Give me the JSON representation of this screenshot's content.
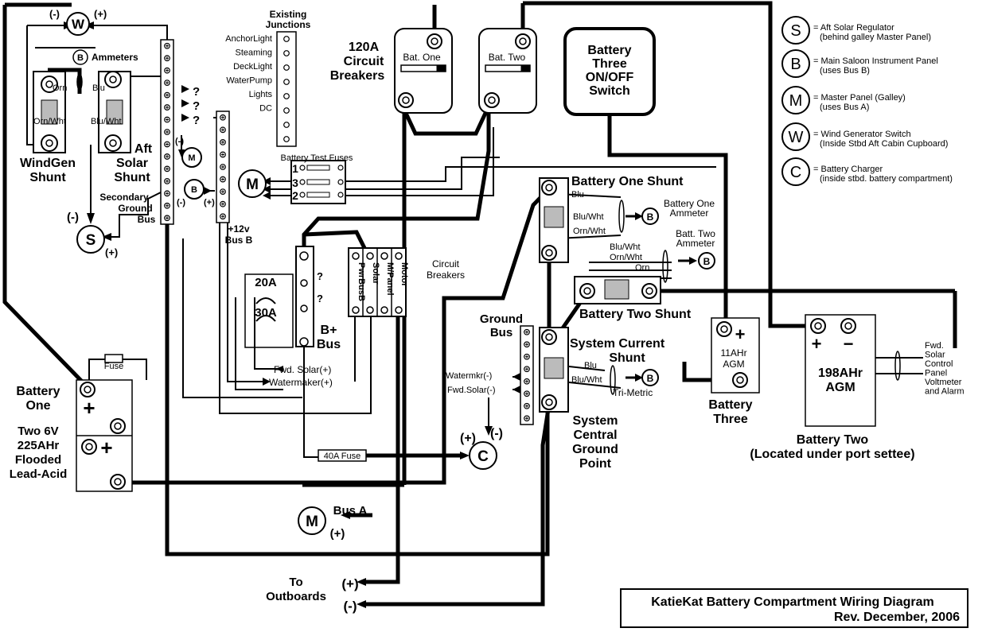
{
  "title": {
    "line1": "KatieKat Battery Compartment Wiring Diagram",
    "line2": "Rev. December, 2006"
  },
  "legend": [
    {
      "letter": "S",
      "line1": "= Aft Solar Regulator",
      "line2": "(behind galley Master Panel)"
    },
    {
      "letter": "B",
      "line1": "= Main Saloon Instrument Panel",
      "line2": "(uses Bus B)"
    },
    {
      "letter": "M",
      "line1": "= Master Panel (Galley)",
      "line2": "(uses Bus A)"
    },
    {
      "letter": "W",
      "line1": "= Wind Generator Switch",
      "line2": "(Inside Stbd Aft Cabin Cupboard)"
    },
    {
      "letter": "C",
      "line1": "= Battery Charger",
      "line2": "(inside stbd. battery compartment)"
    }
  ],
  "labels": {
    "existing_junctions": [
      "Existing",
      "Junctions"
    ],
    "junctions": [
      "AnchorLight",
      "Steaming",
      "DeckLight",
      "WaterPump",
      "Lights",
      "DC"
    ],
    "breakers_120a": [
      "120A",
      "Circuit",
      "Breakers"
    ],
    "bat_one": "Bat. One",
    "bat_two": "Bat. Two",
    "battery_three_switch": [
      "Battery",
      "Three",
      "ON/OFF",
      "Switch"
    ],
    "ammeters": "Ammeters",
    "windgen_shunt": [
      "WindGen",
      "Shunt"
    ],
    "aft_solar_shunt": [
      "Aft",
      "Solar",
      "Shunt"
    ],
    "secondary_ground_bus": [
      "Secondary",
      "Ground",
      "Bus"
    ],
    "bus_b": [
      "+12v",
      "Bus B"
    ],
    "battery_test_fuses": "Battery Test Fuses",
    "fuse_numbers": [
      "1",
      "3",
      "2"
    ],
    "battery_one_shunt": "Battery One Shunt",
    "battery_one_ammeter": [
      "Battery One",
      "Ammeter"
    ],
    "batt_two_ammeter": [
      "Batt. Two",
      "Ammeter"
    ],
    "battery_two_shunt": "Battery Two Shunt",
    "system_current_shunt": [
      "System Current",
      "Shunt"
    ],
    "tri_metric": "Tri-Metric",
    "ground_bus": [
      "Ground",
      "Bus"
    ],
    "watermkr_neg": "Watermkr(-)",
    "fwd_solar_neg": "Fwd.Solar(-)",
    "system_central_ground": [
      "System",
      "Central",
      "Ground",
      "Point"
    ],
    "battery_one": [
      "Battery",
      "One"
    ],
    "battery_one_desc": [
      "Two 6V",
      "225AHr",
      "Flooded",
      "Lead-Acid"
    ],
    "fuse": "Fuse",
    "amp_20": "20A",
    "amp_30": "30A",
    "b_plus_bus": [
      "B+",
      "Bus"
    ],
    "circuit_breakers": [
      "Circuit",
      "Breakers"
    ],
    "breaker_names": [
      "PwrBusB",
      "Solar",
      "M/Panel",
      "Motor"
    ],
    "fwd_solar_pos": "Fwd. Solar(+)",
    "watermaker_pos": "Watermaker(+)",
    "fuse_40a": "40A Fuse",
    "bus_a": "Bus A",
    "to_outboards": [
      "To",
      "Outboards"
    ],
    "ahr_11": [
      "11AHr",
      "AGM"
    ],
    "battery_three": [
      "Battery",
      "Three"
    ],
    "ahr_198": [
      "198AHr",
      "AGM"
    ],
    "battery_two": "Battery Two",
    "battery_two_loc": "(Located under port settee)",
    "fwd_solar_panel": [
      "Fwd.",
      "Solar",
      "Control",
      "Panel",
      "Voltmeter",
      "and Alarm"
    ],
    "wire_orn": "Orn",
    "wire_orn_wht": "Orn/Wht",
    "wire_blu": "Blu",
    "wire_blu_wht": "Blu/Wht",
    "neg": "(-)",
    "pos": "(+)",
    "plus": "+",
    "minus": "−",
    "q": "?",
    "letters": {
      "W": "W",
      "B": "B",
      "M": "M",
      "S": "S",
      "C": "C"
    }
  }
}
